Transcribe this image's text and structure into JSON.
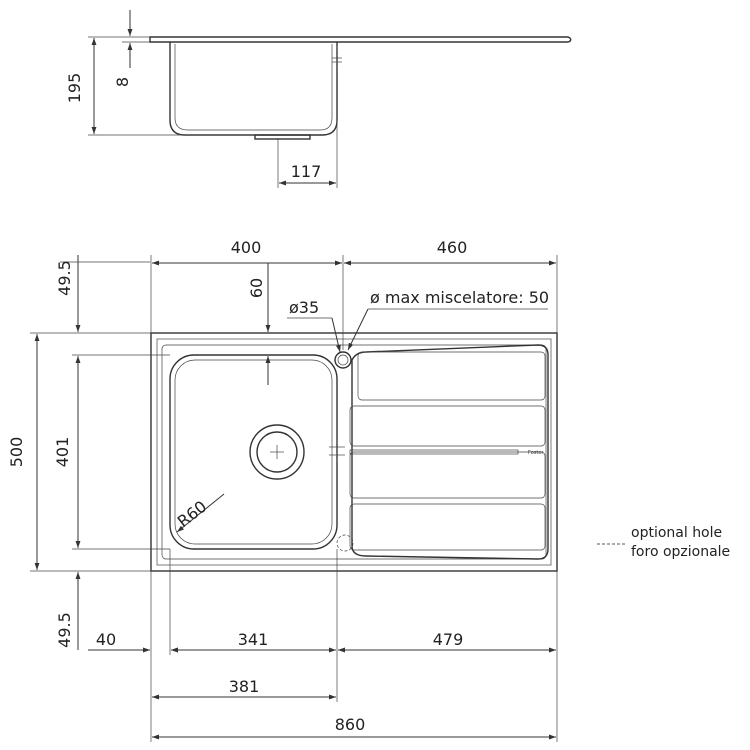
{
  "side_view": {
    "height_dim": "195",
    "thickness_dim": "8",
    "bowl_offset_dim": "117"
  },
  "top_view": {
    "width_bowl_dim": "400",
    "width_drainer_dim": "460",
    "top_margin_dim": "49.5",
    "bottom_margin_dim": "49.5",
    "hole_offset_dim": "60",
    "hole_dia_label": "ø35",
    "mixer_label": "ø max miscelatore: 50",
    "total_depth_dim": "500",
    "bowl_depth_dim": "401",
    "radius_label": "R60",
    "left_margin_dim": "40",
    "bowl_width_dim": "341",
    "drainer_width_dim": "479",
    "bowl_outer_dim": "381",
    "total_width_dim": "860"
  },
  "legend": {
    "line1": "optional hole",
    "line2": "foro opzionale"
  },
  "brand_mark": "Foster"
}
